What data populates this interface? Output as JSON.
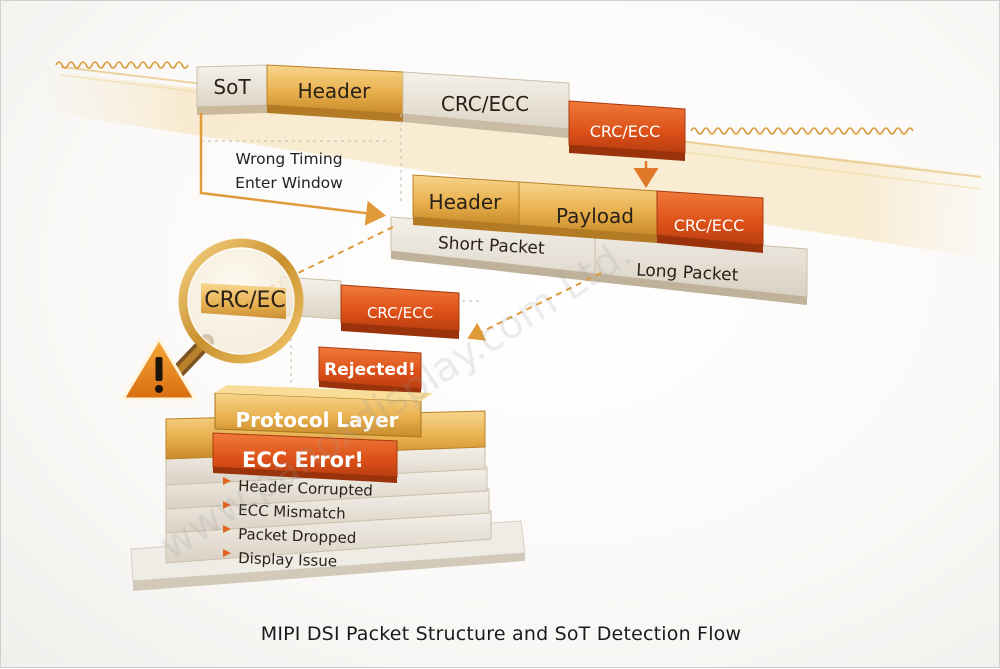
{
  "caption": "MIPI DSI Packet Structure and SoT Detection Flow",
  "colors": {
    "orange": "#e05a1f",
    "gold": "#e8b04e",
    "cream": "#ece5da",
    "arrow": "#e09a3a",
    "warning": "#e8891c"
  },
  "top_stream": {
    "sot": "SoT",
    "header": "Header",
    "crc_ecc_plain": "CRC/ECC",
    "crc_ecc_orange": "CRC/ECC"
  },
  "timing_note": {
    "line1": "Wrong Timing",
    "line2": "Enter Window"
  },
  "packet": {
    "header": "Header",
    "payload": "Payload",
    "crc_ecc": "CRC/ECC",
    "short_packet": "Short Packet",
    "long_packet": "Long Packet"
  },
  "magnifier": {
    "zoom_text": "CRC/EC",
    "crc_ecc": "CRC/ECC"
  },
  "rejected": "Rejected!",
  "stack": {
    "protocol_layer": "Protocol Layer",
    "ecc_error": "ECC Error!",
    "items": [
      "Header Corrupted",
      "ECC Mismatch",
      "Packet Dropped",
      "Display Issue"
    ]
  },
  "watermark": "www.panoxdisplay.com Ltd."
}
